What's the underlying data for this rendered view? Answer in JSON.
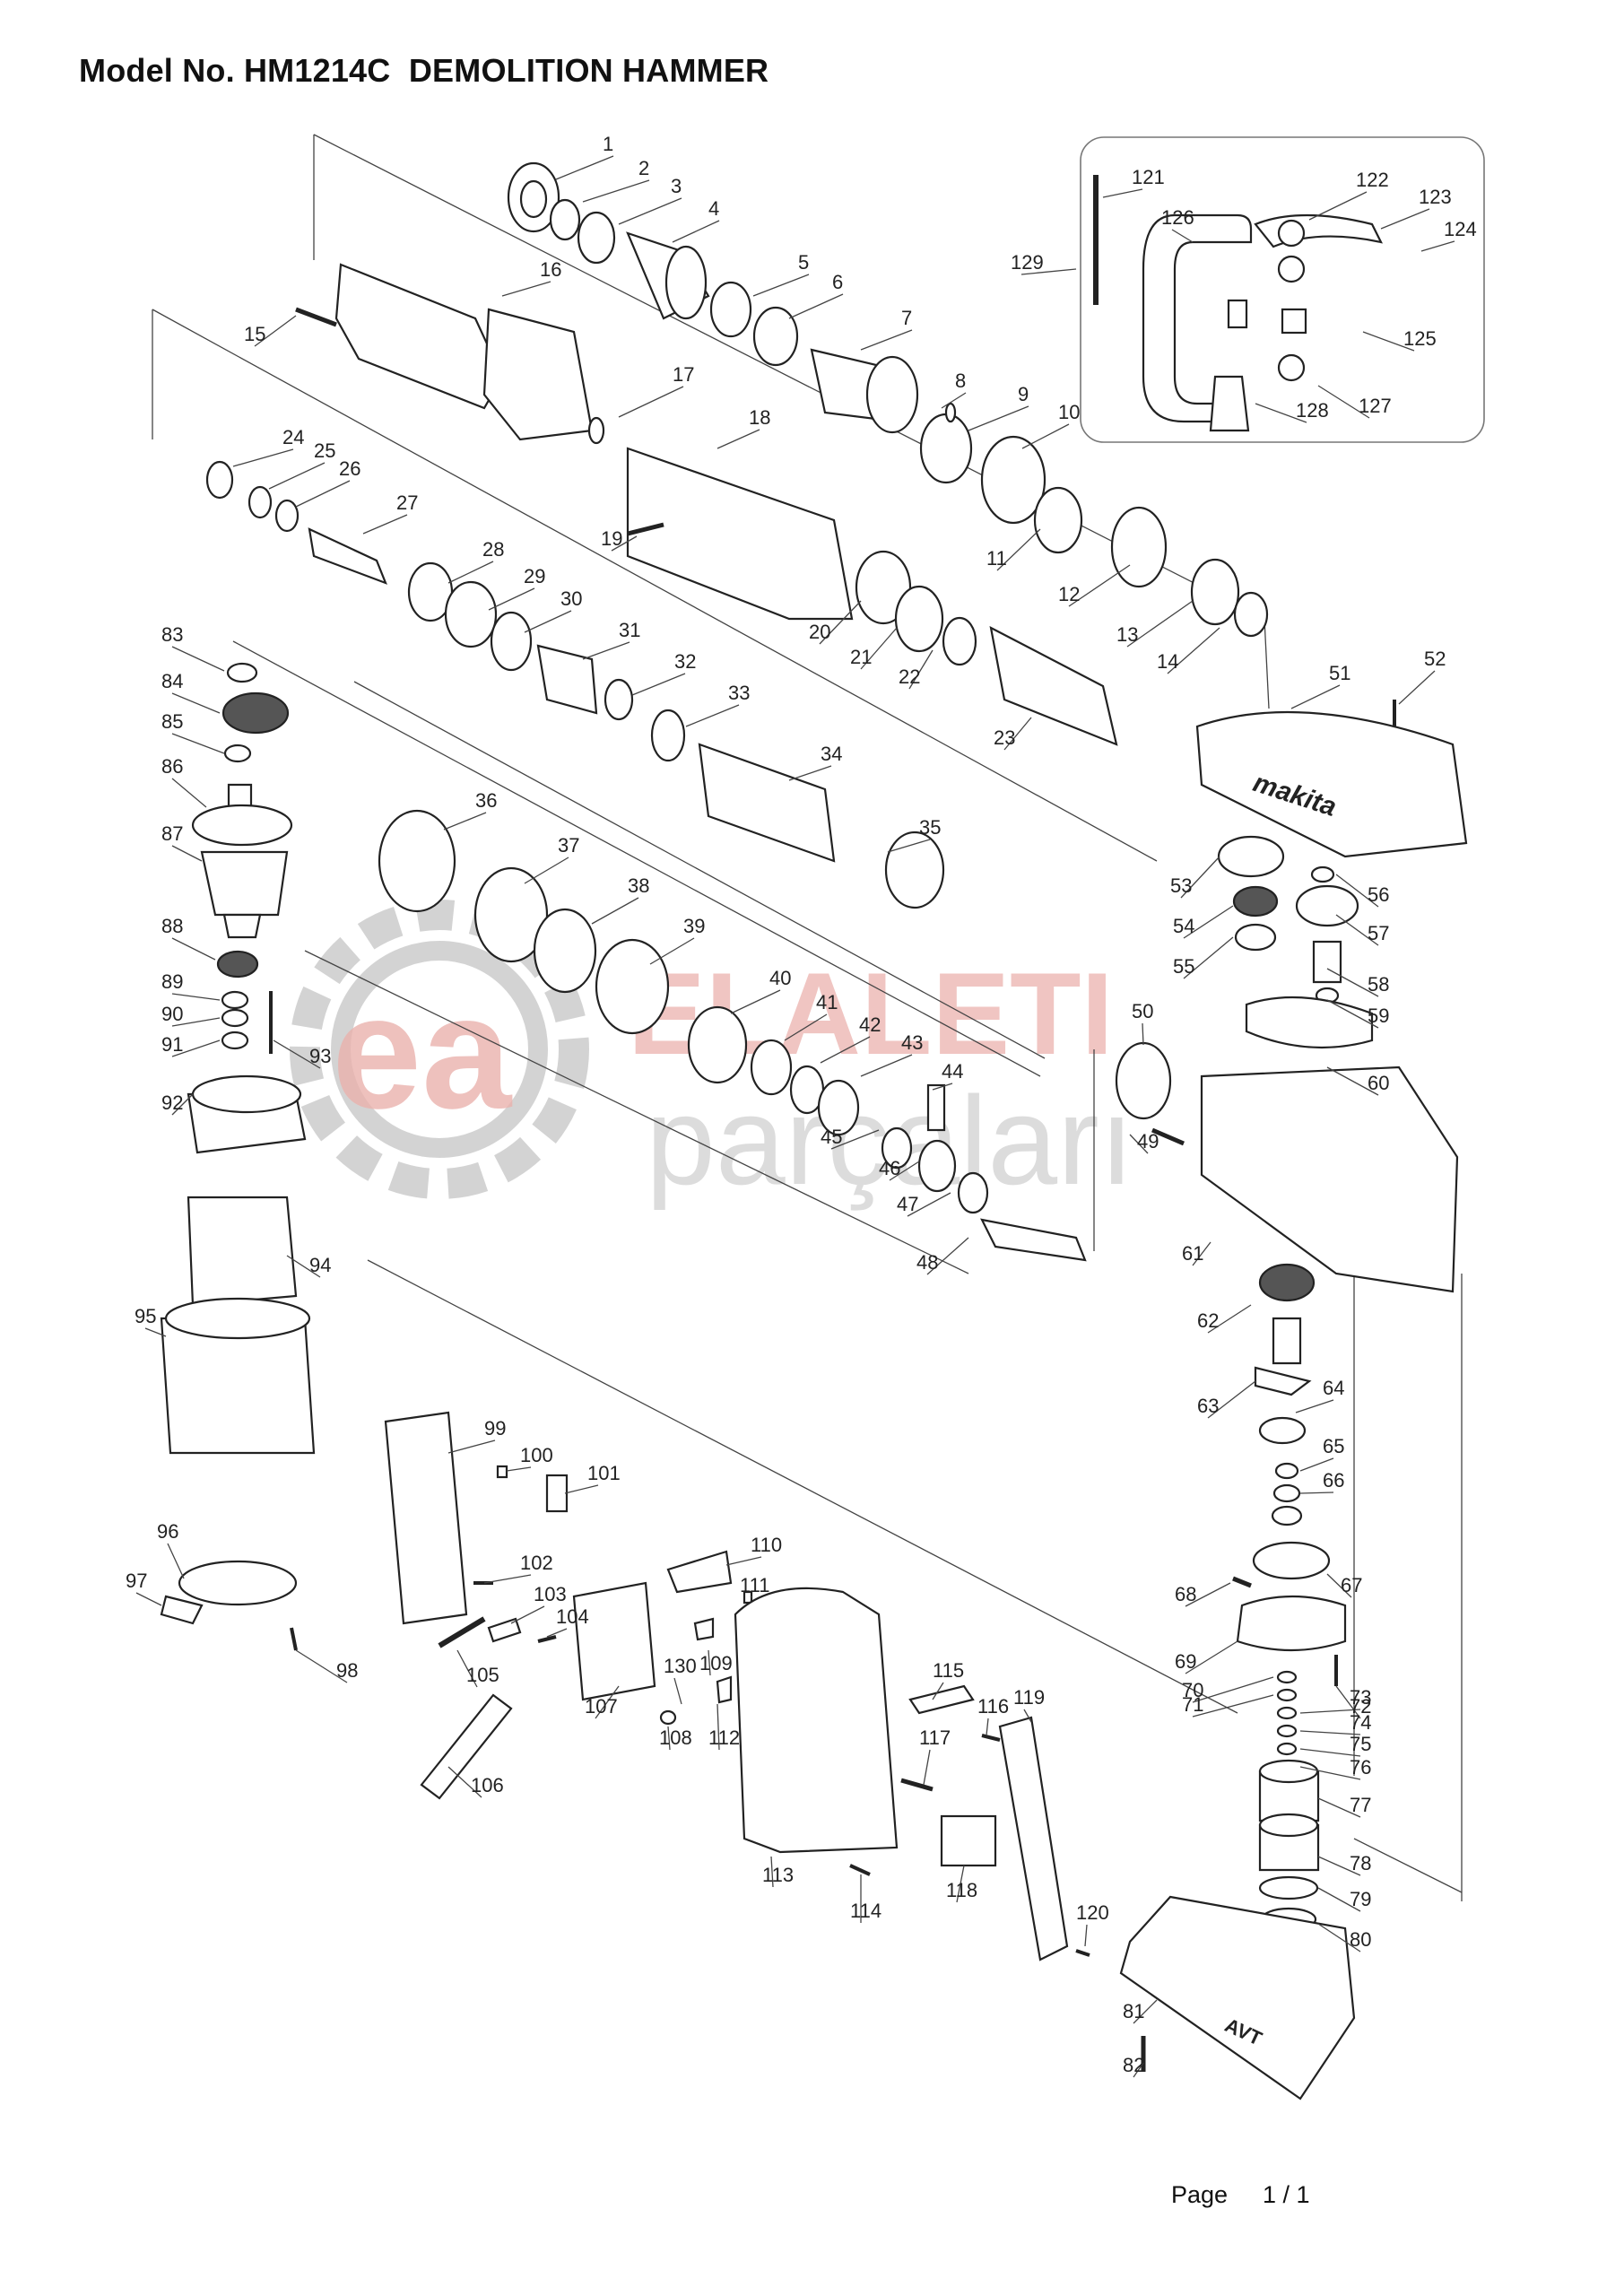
{
  "header": {
    "title": "Model No. HM1214C  DEMOLITION HAMMER"
  },
  "footer": {
    "page_label": "Page",
    "page_number": "1 / 1"
  },
  "watermark": {
    "line1": "ELALETI",
    "line2": "parçaları",
    "logo_letters": "ea",
    "colors": {
      "red": "#e8a9a4",
      "gray": "#cfcfcf"
    }
  },
  "diagram": {
    "brand_on_housing": "makita",
    "mark_on_base": "AVT",
    "part_numbers": [
      "1",
      "2",
      "3",
      "4",
      "5",
      "6",
      "7",
      "8",
      "9",
      "10",
      "11",
      "12",
      "13",
      "14",
      "15",
      "16",
      "17",
      "18",
      "19",
      "20",
      "21",
      "22",
      "23",
      "24",
      "25",
      "26",
      "27",
      "28",
      "29",
      "30",
      "31",
      "32",
      "33",
      "34",
      "35",
      "36",
      "37",
      "38",
      "39",
      "40",
      "41",
      "42",
      "43",
      "44",
      "45",
      "46",
      "47",
      "48",
      "49",
      "50",
      "51",
      "52",
      "53",
      "54",
      "55",
      "56",
      "57",
      "58",
      "59",
      "60",
      "61",
      "62",
      "63",
      "64",
      "65",
      "66",
      "67",
      "68",
      "69",
      "70",
      "71",
      "72",
      "73",
      "74",
      "75",
      "76",
      "77",
      "78",
      "79",
      "80",
      "81",
      "82",
      "83",
      "84",
      "85",
      "86",
      "87",
      "88",
      "89",
      "90",
      "91",
      "92",
      "93",
      "94",
      "95",
      "96",
      "97",
      "98",
      "99",
      "100",
      "101",
      "102",
      "103",
      "104",
      "105",
      "106",
      "107",
      "108",
      "109",
      "110",
      "111",
      "112",
      "113",
      "114",
      "115",
      "116",
      "117",
      "118",
      "119",
      "120",
      "121",
      "122",
      "123",
      "124",
      "125",
      "126",
      "127",
      "128",
      "129",
      "130"
    ]
  }
}
